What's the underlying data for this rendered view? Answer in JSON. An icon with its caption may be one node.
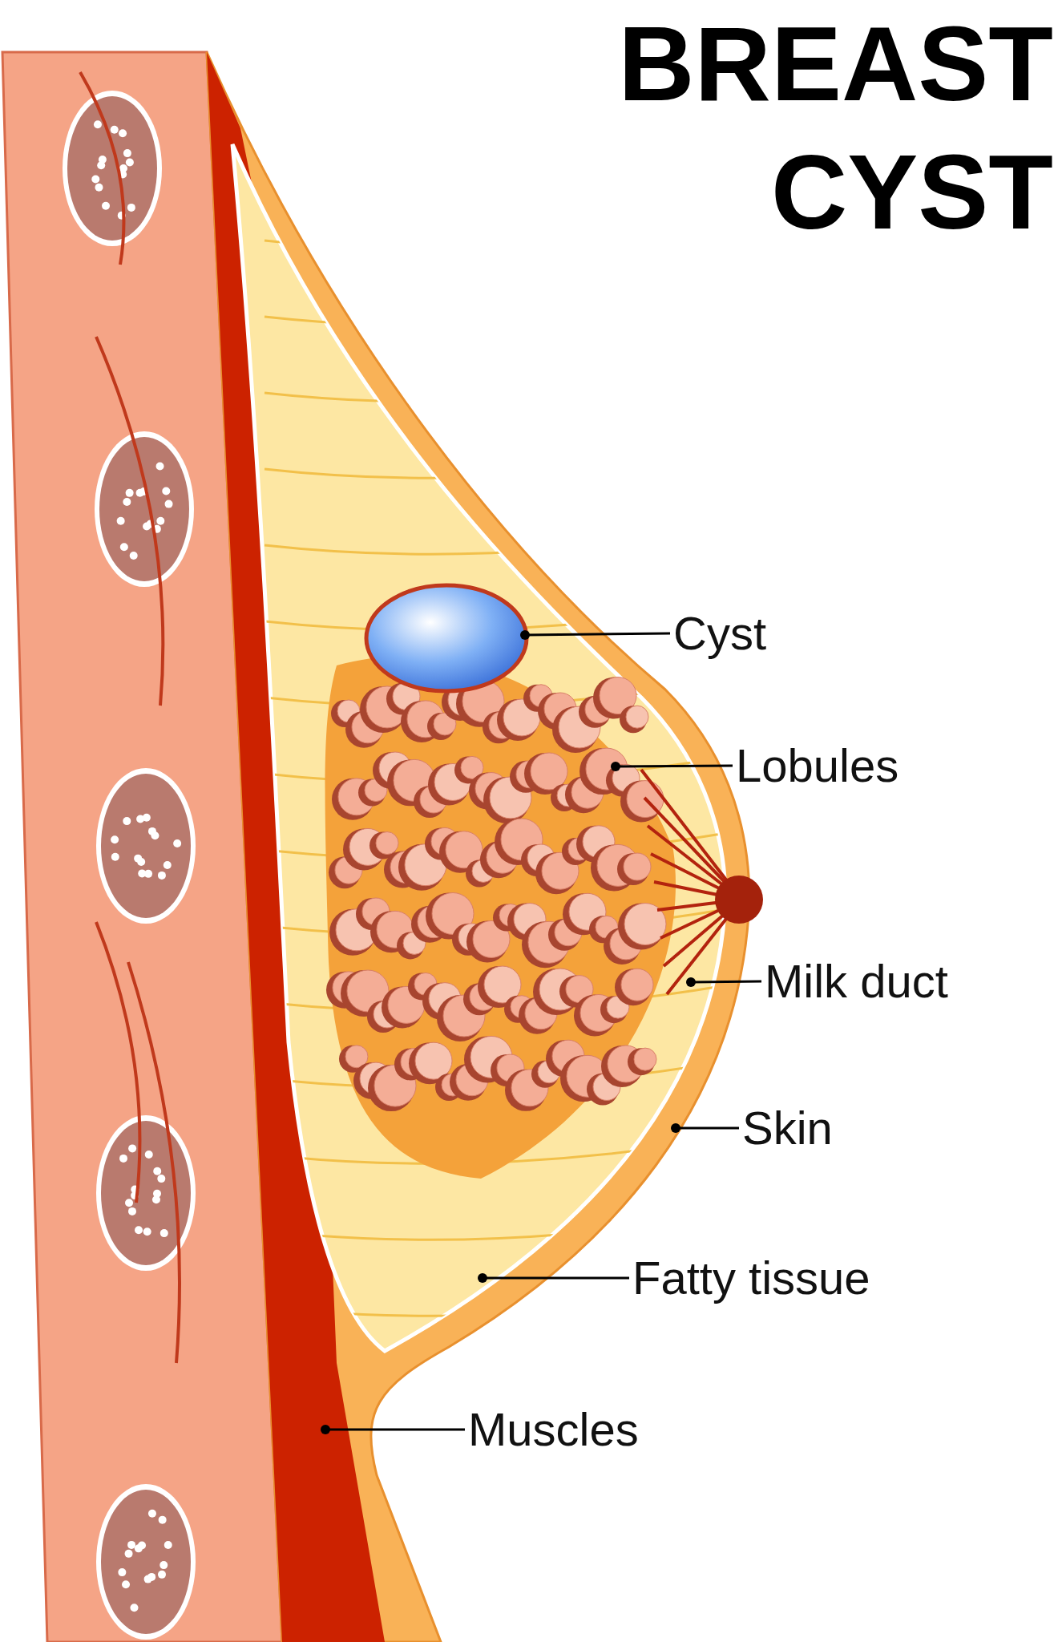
{
  "diagram": {
    "title": "BREAST CYST",
    "nodes": [
      {
        "text": [
          "Cyst"
        ]
      },
      {
        "text": [],
        "shape": "ellipse"
      },
      {
        "text": [
          "Lobules"
        ]
      },
      {
        "text": [
          "Milk duct"
        ]
      },
      {
        "text": [
          "Skin"
        ]
      },
      {
        "text": [
          "Fatty tissue"
        ]
      },
      {
        "text": [
          "Muscles"
        ]
      }
    ],
    "edges": [
      {
        "from": 0,
        "to": 1,
        "arrow": "other"
      },
      {
        "from": 2,
        "to": null,
        "arrow": "other"
      },
      {
        "from": 3,
        "to": null,
        "arrow": "other"
      },
      {
        "from": 4,
        "to": null,
        "arrow": "other"
      },
      {
        "from": 5,
        "to": null,
        "arrow": "other"
      },
      {
        "from": 6,
        "to": null,
        "arrow": "other"
      }
    ]
  }
}
